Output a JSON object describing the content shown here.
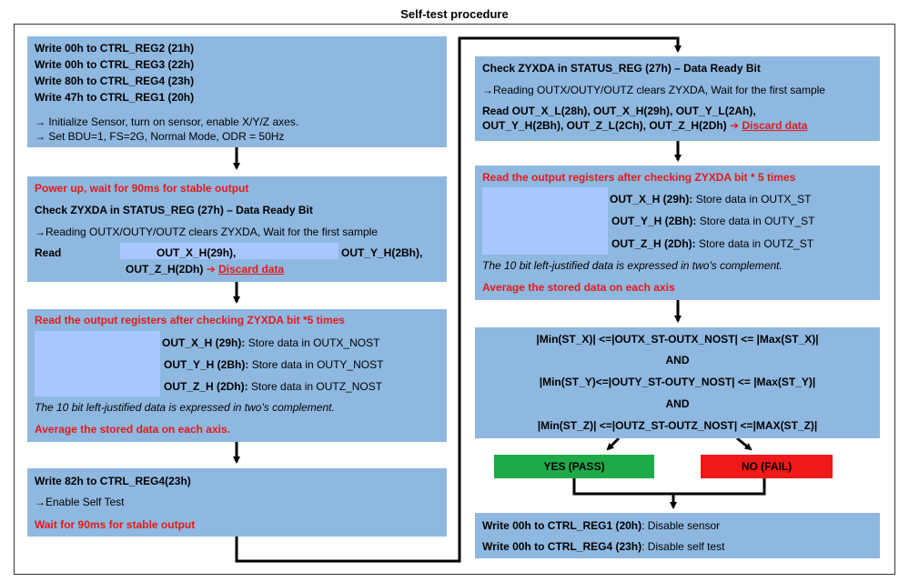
{
  "title": "Self-test procedure",
  "box1": {
    "line1": "Write 00h to CTRL_REG2 (21h)",
    "line2": "Write 00h to CTRL_REG3 (22h)",
    "line3": "Write 80h to CTRL_REG4 (23h)",
    "line4": "Write 47h to CTRL_REG1 (20h)",
    "note1": "→ Initialize Sensor, turn on sensor, enable X/Y/Z axes.",
    "note2": "→ Set BDU=1, FS=2G, Normal Mode, ODR = 50Hz"
  },
  "box2": {
    "red": "Power up, wait for 90ms for stable output",
    "check": "Check ZYXDA in STATUS_REG (27h) – Data Ready Bit",
    "reading": "→Reading OUTX/OUTY/OUTZ clears ZYXDA, Wait for the first sample",
    "read": "Read",
    "outx": "OUT_X_H(29h),",
    "outy": "OUT_Y_H(2Bh),",
    "outz": "OUT_Z_H(2Dh)",
    "arrow": "➔",
    "discard": "Discard data"
  },
  "box3": {
    "red": "Read the output registers after checking ZYXDA bit *5 times",
    "x_reg": "OUT_X_H (29h):",
    "x_txt": "Store data in OUTX_NOST",
    "y_reg": "OUT_Y_H (2Bh):",
    "y_txt": "Store data in OUTY_NOST",
    "z_reg": "OUT_Z_H (2Dh):",
    "z_txt": "Store data in OUTZ_NOST",
    "note": "The 10 bit left-justified data is expressed in two's complement.",
    "avg": "Average the stored data on each axis."
  },
  "box4": {
    "line1": "Write 82h to CTRL_REG4(23h)",
    "line2": "→Enable Self Test",
    "red": "Wait for 90ms for stable output"
  },
  "box5": {
    "check": "Check ZYXDA in STATUS_REG (27h) – Data Ready Bit",
    "reading": "→Reading OUTX/OUTY/OUTZ clears ZYXDA, Wait for the first sample",
    "read1": "Read OUT_X_L(28h), OUT_X_H(29h), OUT_Y_L(2Ah),",
    "read2": "OUT_Y_H(2Bh), OUT_Z_L(2Ch), OUT_Z_H(2Dh)",
    "arrow": "➔",
    "discard": "Discard data"
  },
  "box6": {
    "red": "Read the output registers after checking ZYXDA bit * 5 times",
    "x_reg": "OUT_X_H (29h):",
    "x_txt": "Store data in OUTX_ST",
    "y_reg": "OUT_Y_H (2Bh):",
    "y_txt": "Store data in OUTY_ST",
    "z_reg": "OUT_Z_H (2Dh):",
    "z_txt": "Store data in OUTZ_ST",
    "note": "The 10 bit left-justified data is expressed in two's complement.",
    "avg": "Average the stored data on each axis"
  },
  "box7": {
    "line1": "|Min(ST_X)| <=|OUTX_ST-OUTX_NOST| <= |Max(ST_X)|",
    "and1": "AND",
    "line2": "|Min(ST_Y)<=|OUTY_ST-OUTY_NOST| <= |Max(ST_Y)|",
    "and2": "AND",
    "line3": "|Min(ST_Z)| <=|OUTZ_ST-OUTZ_NOST| <=|MAX(ST_Z)|"
  },
  "pass": "YES (PASS)",
  "fail": "NO (FAIL)",
  "box8": {
    "l1_b": "Write 00h to CTRL_REG1 (20h)",
    "l1_t": ": Disable sensor",
    "l2_b": "Write 00h to CTRL_REG4 (23h)",
    "l2_t": ": Disable self test"
  },
  "colors": {
    "box": "#8fb8e0",
    "inner": "#a8c7ff",
    "red_text": "#e21a1a",
    "pass": "#1faa4a",
    "fail": "#f01818"
  }
}
